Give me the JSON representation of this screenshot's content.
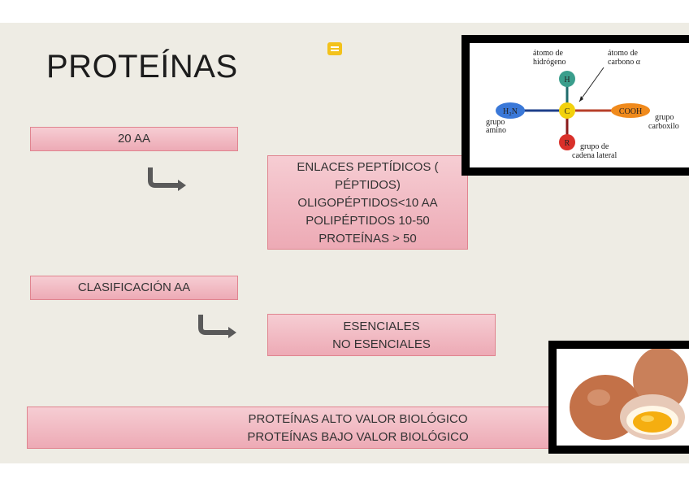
{
  "title": "PROTEÍNAS",
  "box_20aa": "20 AA",
  "box_enlaces": [
    "ENLACES PEPTÍDICOS (",
    "PÉPTIDOS)",
    "OLIGOPÉPTIDOS<10 AA",
    "POLIPÉPTIDOS 10-50",
    "PROTEÍNAS > 50"
  ],
  "box_clasificacion": "CLASIFICACIÓN AA",
  "box_esenciales": [
    "ESENCIALES",
    "NO ESENCIALES"
  ],
  "box_valor": [
    "PROTEÍNAS ALTO VALOR BIOLÓGICO",
    "PROTEÍNAS BAJO VALOR BIOLÓGICO"
  ],
  "molecule": {
    "h_label_1": "átomo de",
    "h_label_2": "hidrógeno",
    "c_label_1": "átomo de",
    "c_label_2": "carbono α",
    "amino_label_1": "grupo",
    "amino_label_2": "amino",
    "carboxyl_label_1": "grupo",
    "carboxyl_label_2": "carboxilo",
    "r_label_1": "grupo de",
    "r_label_2": "cadena lateral",
    "h": "H",
    "c": "C",
    "r": "R",
    "h2n": "H₂N",
    "cooh": "COOH",
    "colors": {
      "h": "#3a9e8c",
      "c": "#f2d10d",
      "r": "#d9302a",
      "h2n": "#3a78d8",
      "cooh": "#f08a1c"
    }
  },
  "eggs_image": "eggs-photo",
  "colors": {
    "box": "#f0b8c0",
    "background": "#eeece4",
    "comment_icon": "#f3c21b"
  }
}
